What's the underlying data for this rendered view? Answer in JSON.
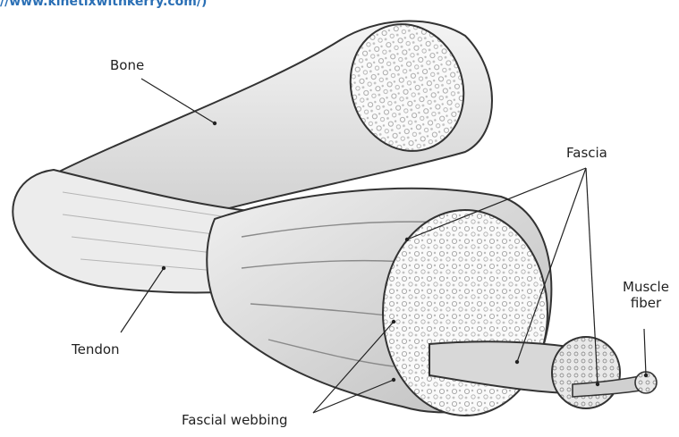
{
  "header": {
    "url_text": "//www.kinetixwithkerry.com/)"
  },
  "labels": {
    "bone": "Bone",
    "fascia": "Fascia",
    "tendon": "Tendon",
    "muscle_fiber_line1": "Muscle",
    "muscle_fiber_line2": "fiber",
    "fascial_webbing": "Fascial webbing"
  },
  "colors": {
    "link": "#2a6fb5",
    "ink": "#222222"
  }
}
